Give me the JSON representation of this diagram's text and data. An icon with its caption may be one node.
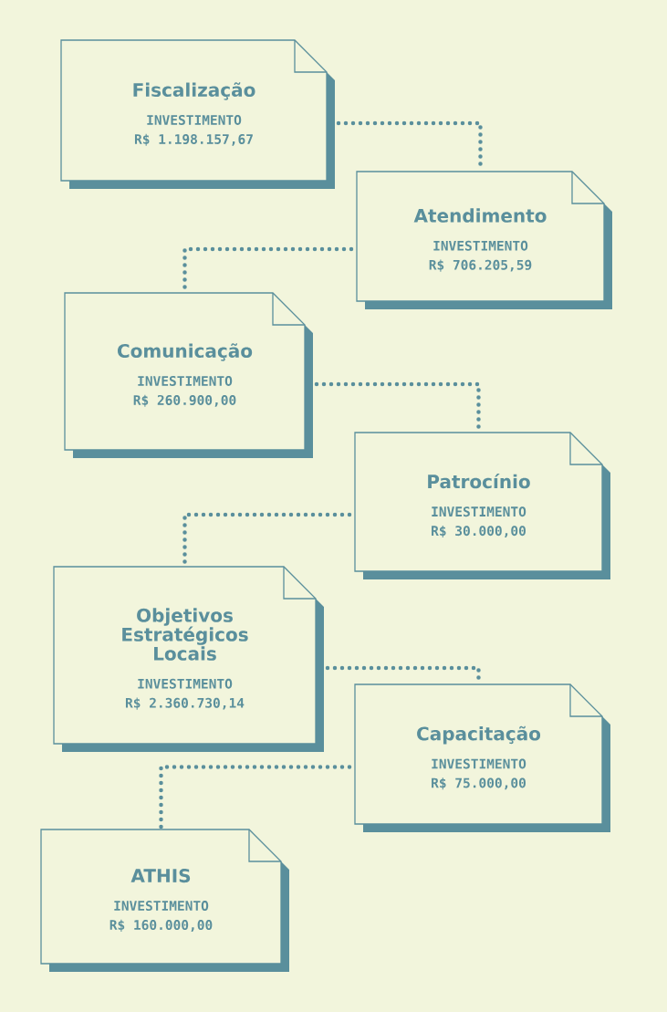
{
  "diagram": {
    "nodes": [
      {
        "text": [
          "Fiscalização",
          "INVESTIMENTO",
          "R$ 1.198.157,67"
        ]
      },
      {
        "text": [
          "Atendimento",
          "INVESTIMENTO",
          "R$ 706.205,59"
        ]
      },
      {
        "text": [
          "Comunicação",
          "INVESTIMENTO",
          "R$ 260.900,00"
        ]
      },
      {
        "text": [
          "Patrocínio",
          "INVESTIMENTO",
          "R$ 30.000,00"
        ]
      },
      {
        "text": [
          "Objetivos Estratégicos Locais",
          "INVESTIMENTO",
          "R$ 2.360.730,14"
        ]
      },
      {
        "text": [
          "Capacitação",
          "INVESTIMENTO",
          "R$ 75.000,00"
        ]
      },
      {
        "text": [
          "ATHIS",
          "INVESTIMENTO",
          "R$ 160.000,00"
        ]
      }
    ],
    "edges": [
      {
        "from": 0,
        "to": 1,
        "arrow": "none"
      },
      {
        "from": 1,
        "to": 2,
        "arrow": "none"
      },
      {
        "from": 2,
        "to": 3,
        "arrow": "none"
      },
      {
        "from": 3,
        "to": 4,
        "arrow": "none"
      },
      {
        "from": 4,
        "to": 5,
        "arrow": "none"
      },
      {
        "from": 5,
        "to": 6,
        "arrow": "none"
      }
    ]
  }
}
